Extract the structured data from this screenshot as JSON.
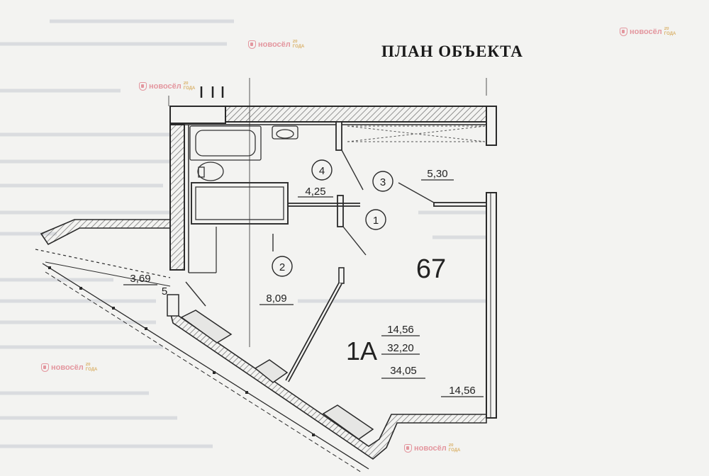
{
  "plan": {
    "title": "ПЛАН ОБЪЕКТА",
    "apartment_number": "67",
    "apartment_type": "1А",
    "area_living": "14,56",
    "area_total": "32,20",
    "area_with_balcony": "34,05",
    "rooms": [
      {
        "number": "1",
        "area": ""
      },
      {
        "number": "2",
        "area": "8,09"
      },
      {
        "number": "3",
        "area": "5,30"
      },
      {
        "number": "4",
        "area": "4,25"
      },
      {
        "number": "5",
        "area": "3,69"
      }
    ],
    "room_living_area": "14,56"
  },
  "watermark": {
    "brand": "новосёл",
    "badge_line1": "20",
    "badge_line2": "ГОДА",
    "color": "#e07f8a",
    "badge_color": "#d4a24a"
  },
  "colors": {
    "wall": "#2a2a2a",
    "wall_hatch": "#6a6a6a",
    "paper": "#f3f3f1",
    "faint_text": "#b9bcc4"
  }
}
